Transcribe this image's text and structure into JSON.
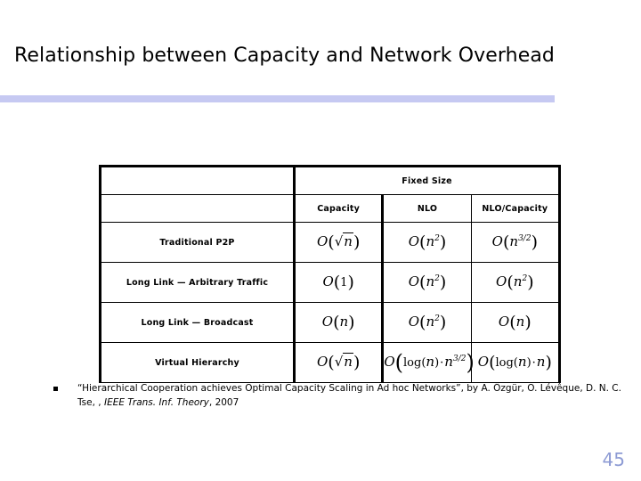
{
  "slide": {
    "title": "Relationship between Capacity and Network Overhead",
    "page_number": "45",
    "accent_color": "#c6c9f2",
    "page_number_color": "#8d9bd4",
    "background_color": "#ffffff"
  },
  "table": {
    "group_header": "Fixed Size",
    "corner_blank": "",
    "columns": [
      "Capacity",
      "NLO",
      "NLO/Capacity"
    ],
    "rows": [
      {
        "label": "Traditional P2P",
        "capacity": "O(√n)",
        "nlo": "O(n²)",
        "ratio": "O(n^{3/2})"
      },
      {
        "label": "Long Link — Arbitrary Traffic",
        "capacity": "O(1)",
        "nlo": "O(n²)",
        "ratio": "O(n²)"
      },
      {
        "label": "Long Link — Broadcast",
        "capacity": "O(n)",
        "nlo": "O(n²)",
        "ratio": "O(n)"
      },
      {
        "label": "Virtual Hierarchy",
        "capacity": "O(√n)",
        "nlo": "O(log(n)·n^{3/2})",
        "ratio": "O(log(n)·n)"
      }
    ]
  },
  "footnote": {
    "bullet": "square-bullet",
    "text_before_journal": "“Hierarchical Cooperation achieves Optimal Capacity Scaling in Ad hoc Networks”, by A. Özgür, O. Lévêque, D. N. C. Tse, , ",
    "journal": "IEEE Trans. Inf. Theory",
    "text_after_journal": ", 2007"
  }
}
